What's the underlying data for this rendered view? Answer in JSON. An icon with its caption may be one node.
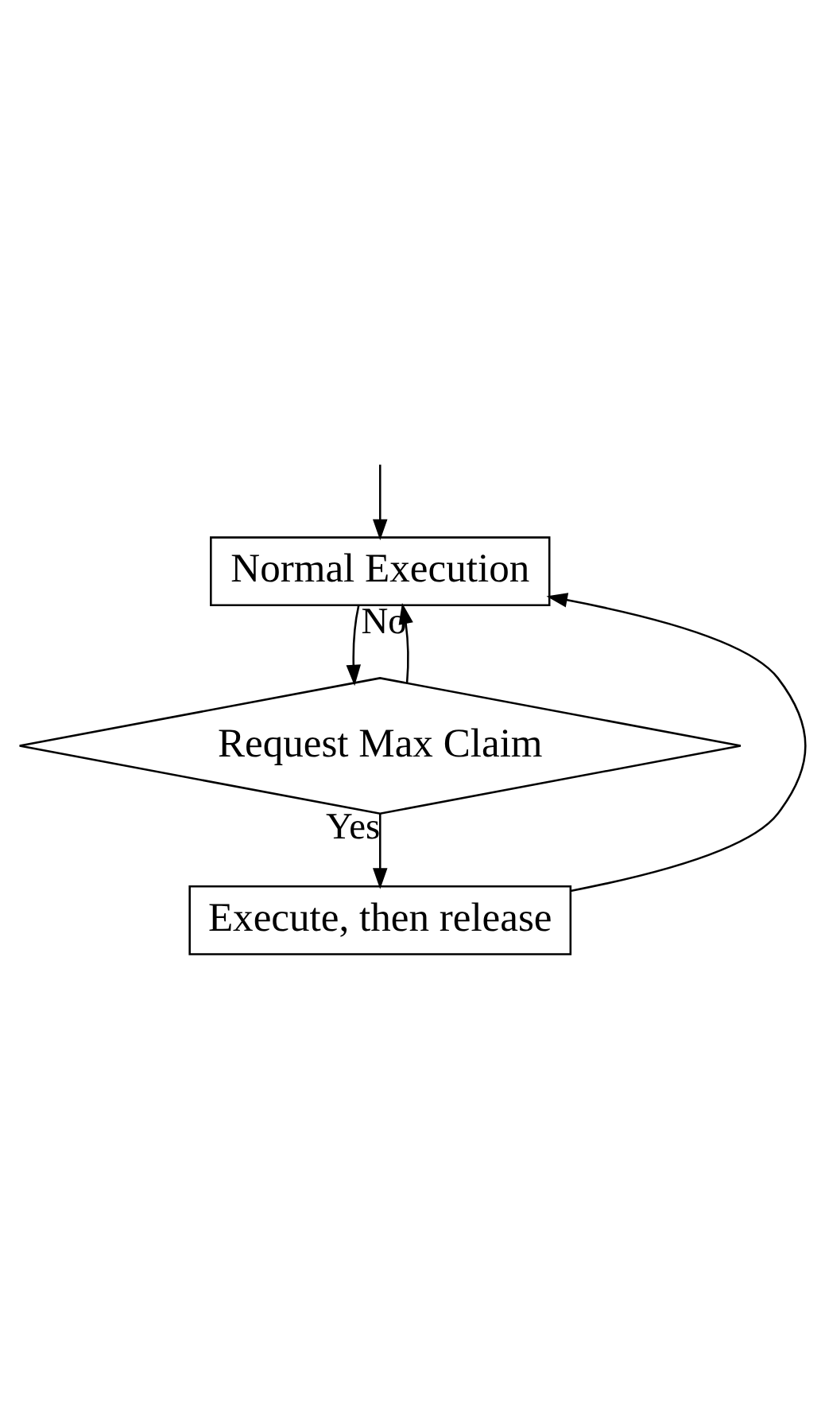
{
  "diagram": {
    "nodes": [
      {
        "text": [
          "Normal Execution"
        ]
      },
      {
        "text": [
          "Request Max Claim"
        ]
      },
      {
        "text": [
          "Execute, then release"
        ]
      }
    ],
    "edges": [
      {
        "from": null,
        "to": 0,
        "arrow": "to"
      },
      {
        "from": 2,
        "to": 0,
        "arrow": "to"
      },
      {
        "from": 1,
        "to": 0,
        "arrow": "to",
        "label": "No"
      },
      {
        "from": 0,
        "to": 1,
        "arrow": "to"
      },
      {
        "from": 1,
        "to": 2,
        "arrow": "to",
        "label": "Yes"
      }
    ]
  }
}
